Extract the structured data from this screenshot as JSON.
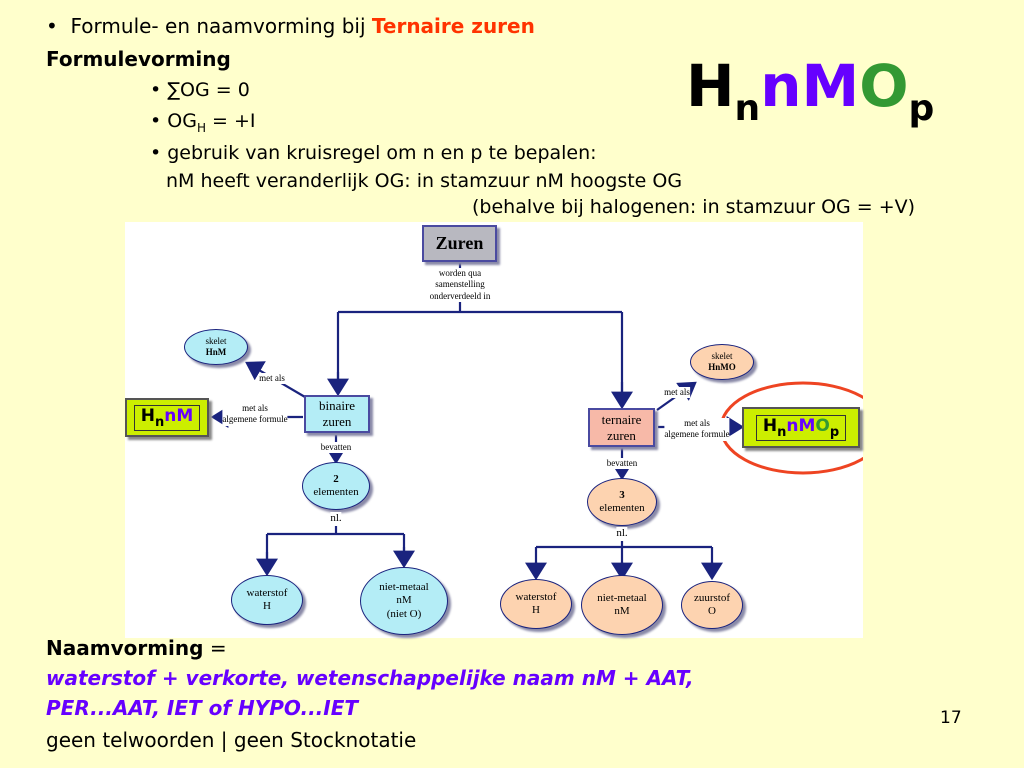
{
  "header": {
    "bullet_intro": "Formule- en naamvorming bij ",
    "bullet_highlight": "Ternaire zuren",
    "section_formule": "Formulevorming",
    "bullets": [
      "∑OG = 0",
      "OG",
      "H",
      " = +I",
      "gebruik van kruisregel om n en p te bepalen:"
    ],
    "note_line1": "nM heeft veranderlijk OG: in stamzuur nM hoogste OG",
    "note_line2": "(behalve bij halogenen: in stamzuur OG = +V)"
  },
  "title_formula": {
    "H": "H",
    "n1": "n",
    "nM": "nM",
    "O": "O",
    "p": "p"
  },
  "colors": {
    "background": "#ffffcc",
    "highlight_red": "#ff3300",
    "purple": "#6600ff",
    "green": "#339933",
    "lime_box": "#ccee00",
    "binary_blue": "#b4edf6",
    "ternary_peach": "#fdd3b0"
  },
  "diagram": {
    "root": "Zuren",
    "root_edge": [
      "worden qua",
      "samenstelling",
      "onderverdeeld in"
    ],
    "binary": {
      "label": [
        "binaire",
        "zuren"
      ],
      "skelet": [
        "skelet",
        "HnM"
      ],
      "edge_skelet": "met als",
      "edge_formula": [
        "met als",
        "algemene formule"
      ],
      "formula": {
        "H": "H",
        "n": "n",
        "rest": "nM"
      },
      "edge_contains": "bevatten",
      "count": [
        "2",
        "elementen"
      ],
      "edge_nl": "nl.",
      "elements": [
        [
          "waterstof",
          "H"
        ],
        [
          "niet-metaal",
          "nM",
          "(niet O)"
        ]
      ]
    },
    "ternary": {
      "label": [
        "ternaire",
        "zuren"
      ],
      "skelet": [
        "skelet",
        "HnMO"
      ],
      "edge_skelet": "met als",
      "edge_formula": [
        "met als",
        "algemene formule"
      ],
      "formula": {
        "H": "H",
        "n": "n",
        "nM": "nM",
        "O": "O",
        "p": "p"
      },
      "edge_contains": "bevatten",
      "count": [
        "3",
        "elementen"
      ],
      "edge_nl": "nl.",
      "elements": [
        [
          "waterstof",
          "H"
        ],
        [
          "niet-metaal",
          "nM"
        ],
        [
          "zuurstof",
          "O"
        ]
      ]
    }
  },
  "footer": {
    "section_naam": "Naamvorming",
    "equals": " =",
    "rule_line1": "waterstof + verkorte, wetenschappelijke naam nM + AAT,",
    "rule_line2": "PER...AAT, IET of HYPO...IET",
    "note": "geen telwoorden | geen Stocknotatie"
  },
  "page_number": "17"
}
